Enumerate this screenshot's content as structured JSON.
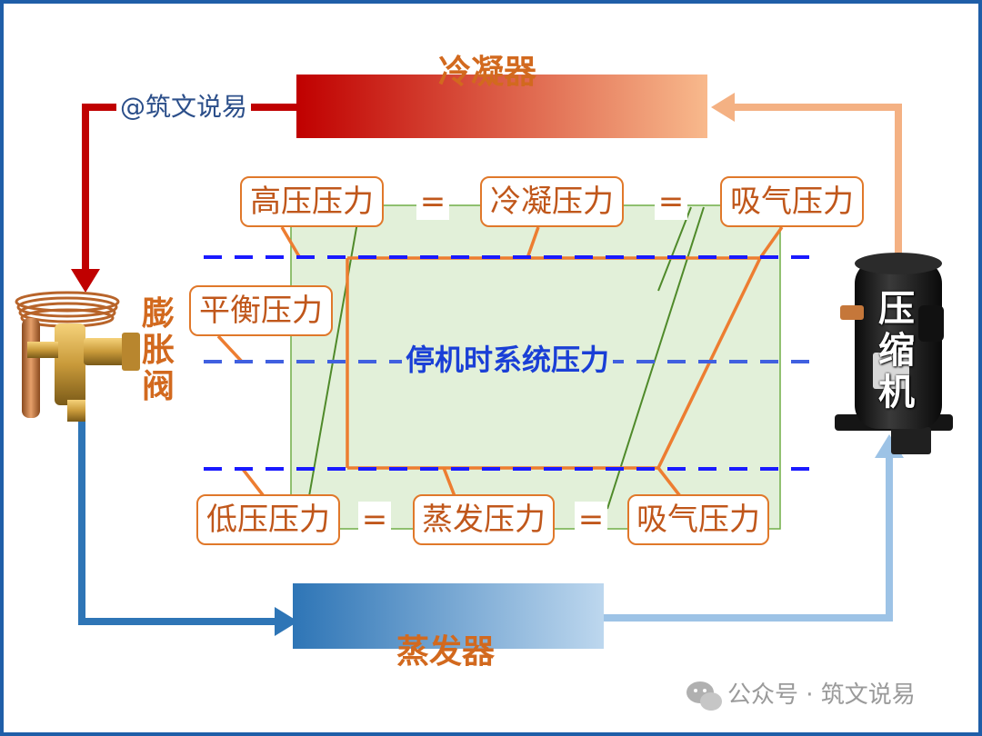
{
  "labels": {
    "condenser": "冷凝器",
    "evaporator": "蒸发器",
    "expansion_valve": [
      "膨",
      "胀",
      "阀"
    ],
    "compressor": [
      "压",
      "缩",
      "机"
    ],
    "watermark": "@筑文说易",
    "center": "停机时系统压力",
    "footer": "公众号 · 筑文说易"
  },
  "top_row": {
    "high_pressure": "高压压力",
    "condensing_pressure": "冷凝压力",
    "suction_pressure": "吸气压力",
    "equals": "="
  },
  "middle": {
    "balance_pressure": "平衡压力"
  },
  "bottom_row": {
    "low_pressure": "低压压力",
    "evaporating_pressure": "蒸发压力",
    "suction_pressure": "吸气压力",
    "equals": "="
  },
  "colors": {
    "hot_line": "#c00000",
    "cool_line": "#2e75b6",
    "suction_line": "#9dc3e6",
    "discharge_line": "#f4b183",
    "dashed_line": "#1a1aff",
    "orange_line": "#ed7d31",
    "green_fill": "#e2f0d9",
    "green_stroke": "#70ad47"
  }
}
